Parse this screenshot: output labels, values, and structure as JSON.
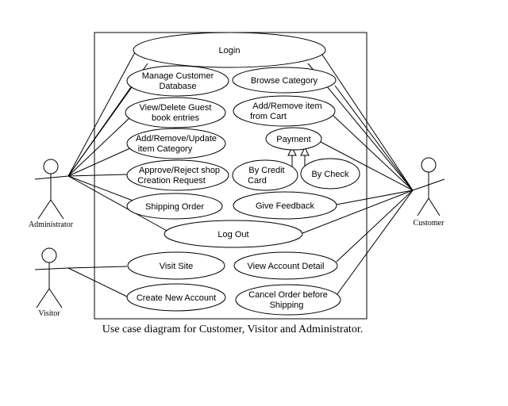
{
  "use_cases": {
    "login": "Login",
    "manage_customer_database": [
      "Manage Customer",
      "Database"
    ],
    "browse_category": "Browse Category",
    "view_delete_guest_book": [
      "View/Delete Guest",
      "book entries"
    ],
    "add_remove_item_from_cart": [
      "Add/Remove item",
      "from Cart"
    ],
    "add_remove_update_item_category": [
      "Add/Remove/Update",
      "item Category"
    ],
    "payment": "Payment",
    "approve_reject_shop": [
      "Approve/Reject shop",
      "Creation Request"
    ],
    "by_credit_card": [
      "By Credit",
      "Card"
    ],
    "by_check": "By Check",
    "shipping_order": "Shipping Order",
    "give_feedback": "Give Feedback",
    "log_out": "Log Out",
    "visit_site": "Visit Site",
    "view_account_detail": "View Account Detail",
    "create_new_account": "Create New Account",
    "cancel_order_before_shipping": [
      "Cancel Order before",
      "Shipping"
    ]
  },
  "actors": {
    "administrator": "Administrator",
    "customer": "Customer",
    "visitor": "Visitor"
  },
  "caption": "Use case diagram for Customer, Visitor and Administrator."
}
